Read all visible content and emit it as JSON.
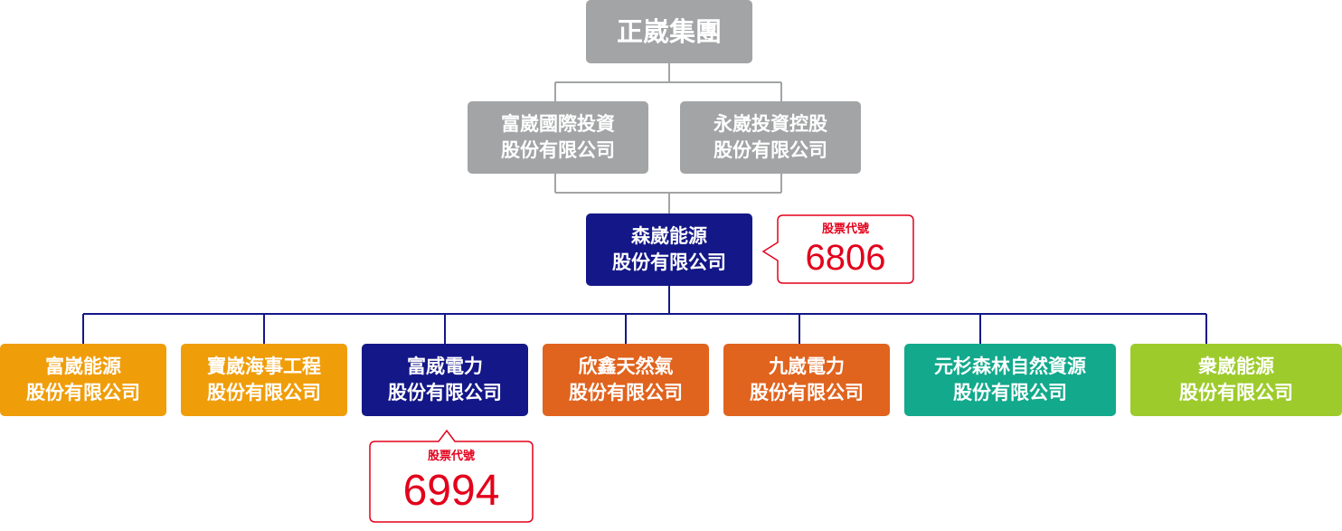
{
  "group": {
    "name": "正崴集團"
  },
  "holdings": [
    {
      "line1": "富崴國際投資",
      "line2": "股份有限公司"
    },
    {
      "line1": "永崴投資控股",
      "line2": "股份有限公司"
    }
  ],
  "core": {
    "line1": "森崴能源",
    "line2": "股份有限公司",
    "stock_label": "股票代號",
    "stock_code": "6806"
  },
  "subsidiaries": [
    {
      "line1": "富崴能源",
      "line2": "股份有限公司",
      "color": "#f09d0a"
    },
    {
      "line1": "寶崴海事工程",
      "line2": "股份有限公司",
      "color": "#f09d0a"
    },
    {
      "line1": "富威電力",
      "line2": "股份有限公司",
      "color": "#141787",
      "stock_label": "股票代號",
      "stock_code": "6994"
    },
    {
      "line1": "欣鑫天然氣",
      "line2": "股份有限公司",
      "color": "#e0631e"
    },
    {
      "line1": "九崴電力",
      "line2": "股份有限公司",
      "color": "#e0631e"
    },
    {
      "line1": "元杉森林自然資源",
      "line2": "股份有限公司",
      "color": "#12a98c"
    },
    {
      "line1": "衆崴能源",
      "line2": "股份有限公司",
      "color": "#9dcb2b"
    }
  ],
  "colors": {
    "gray": "#a2a4a5",
    "navy": "#141787",
    "stock_red": "#e3001b",
    "connector_gray": "#a2a4a5",
    "connector_navy": "#141787"
  }
}
